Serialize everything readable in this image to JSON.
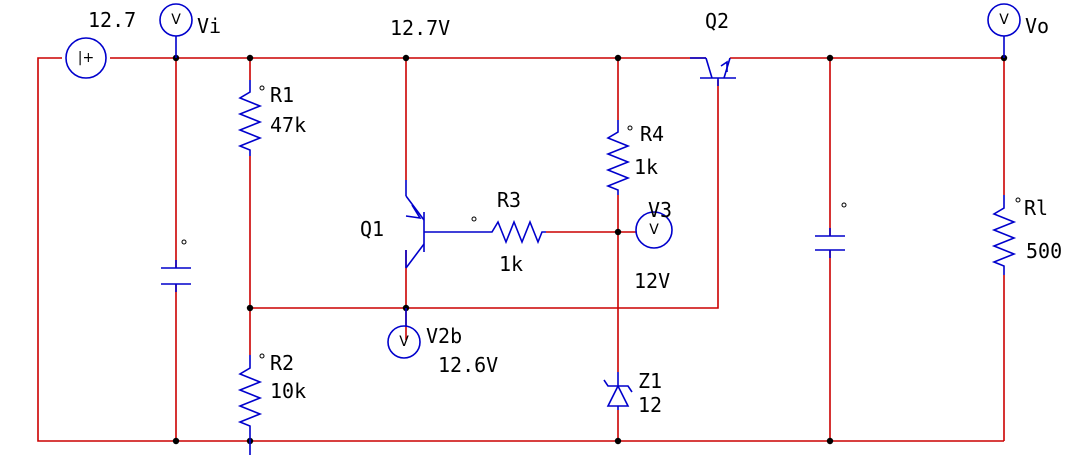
{
  "labels": {
    "source_value": "12.7",
    "vi": "Vi",
    "top_node": "12.7V",
    "vo": "Vo",
    "q1": "Q1",
    "q2": "Q2",
    "r1_name": "R1",
    "r1_value": "47k",
    "r2_name": "R2",
    "r2_value": "10k",
    "r3_name": "R3",
    "r3_value": "1k",
    "r4_name": "R4",
    "r4_value": "1k",
    "rl_name": "Rl",
    "rl_value": "500",
    "v3": "V3",
    "v3_value": "12V",
    "v2b": "V2b",
    "v2b_value": "12.6V",
    "z1_name": "Z1",
    "z1_value": "12",
    "meter_symbol": "V",
    "source_symbol": "|+"
  },
  "colors": {
    "wire": "#cc0000",
    "component": "#0000cc",
    "node": "#000000",
    "background": "#ffffff"
  }
}
